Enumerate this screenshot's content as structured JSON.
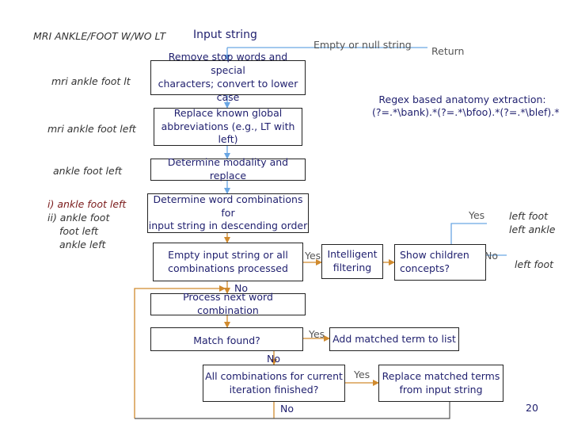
{
  "colors": {
    "connector": "#6aa6e3",
    "loop": "#d08a2e",
    "box_border": "#222222",
    "dark_text": "#1f1f6e",
    "example_red": "#7a1a1a"
  },
  "labels": {
    "title": "MRI ANKLE/FOOT W/WO LT",
    "input": "Input string",
    "empty": "Empty or null string",
    "return": "Return",
    "regex_line1": "Regex based anatomy extraction:",
    "regex_line2": "(?=.*\\bank).*(?=.*\\bfoo).*(?=.*\\blef).*",
    "yes_top": "Yes",
    "no_right": "No",
    "yes_mid": "Yes",
    "no_1": "No",
    "yes_match": "Yes",
    "no_2": "No",
    "yes_iter": "Yes",
    "no_3": "No",
    "page_number": "20"
  },
  "examples": {
    "ex1": "mri ankle foot lt",
    "ex2": "mri ankle foot left",
    "ex3": "ankle foot left",
    "ex4": [
      "i) ankle foot left",
      "ii) ankle foot",
      "foot left",
      "ankle left"
    ],
    "right_top": [
      "left foot",
      "left ankle"
    ],
    "right_bottom": "left foot"
  },
  "nodes": {
    "n_remove": [
      "Remove stop words and special",
      "characters; convert to lower case"
    ],
    "n_replace": [
      "Replace known global",
      "abbreviations (e.g., LT with left)"
    ],
    "n_modality": "Determine modality and replace",
    "n_combos": [
      "Determine word combinations for",
      "input string in descending order"
    ],
    "n_empty_processed": [
      "Empty input string or all",
      "combinations processed"
    ],
    "n_intelligent": [
      "Intelligent",
      "filtering"
    ],
    "n_show_children": [
      "Show children",
      "concepts?"
    ],
    "n_process_next": "Process next word combination",
    "n_match": "Match found?",
    "n_add": "Add matched term to list",
    "n_all_combos": [
      "All combinations for current",
      "iteration finished?"
    ],
    "n_replace_matched": [
      "Replace matched terms",
      "from input string"
    ]
  }
}
